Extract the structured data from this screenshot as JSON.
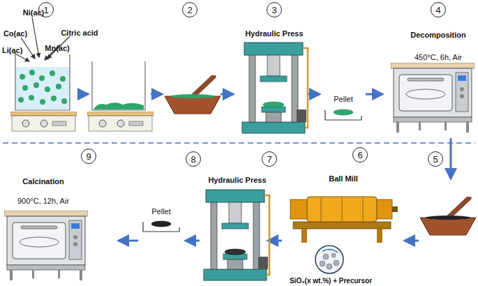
{
  "diagram": {
    "nodes": [
      {
        "text": [
          "1"
        ]
      },
      {
        "text": [
          "2"
        ]
      },
      {
        "text": [
          "3"
        ]
      },
      {
        "text": [
          "4"
        ]
      },
      {
        "text": [
          "5"
        ]
      },
      {
        "text": [
          "6"
        ]
      },
      {
        "text": [
          "7"
        ]
      },
      {
        "text": [
          "8"
        ]
      },
      {
        "text": [
          "9"
        ]
      }
    ],
    "labels": [
      "Ni(ac)",
      "Co(ac)",
      "Li(ac)",
      "Mn(ac)",
      "Citric acid",
      "Hydraulic Press",
      "Pellet",
      "Decomposition",
      "450°C, 6h, Air",
      "Calcination",
      "900°C, 12h, Air",
      "Pellet",
      "Hydraulic Press",
      "Ball Mill",
      "SiO₂(x wt.%) + Precursor"
    ]
  }
}
